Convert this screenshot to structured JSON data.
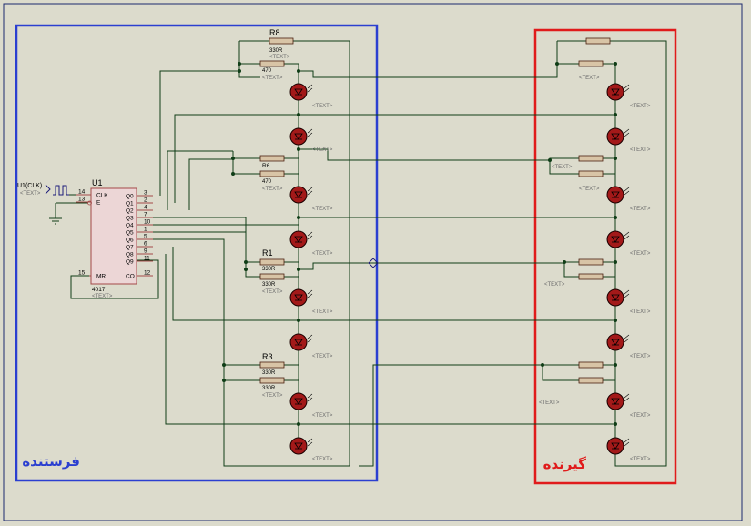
{
  "colors": {
    "background": "#dcdbcc",
    "wire": "#0f3d16",
    "sender_box": "#2b3fd0",
    "receiver_box": "#e01b1b",
    "resistor": "#d8c4a6",
    "led": "#a31919",
    "ic_fill": "#ecd6d6",
    "ic_stroke": "#a34848"
  },
  "sender": {
    "title": "فرستنده"
  },
  "receiver": {
    "title": "گیرنده"
  },
  "clock": {
    "label": "U1(CLK)",
    "text": "<TEXT>"
  },
  "ic": {
    "ref": "U1",
    "part": "4017",
    "text": "<TEXT>",
    "left_pins": [
      {
        "num": "14",
        "name": "CLK"
      },
      {
        "num": "13",
        "name": "E"
      },
      {
        "num": "15",
        "name": "MR"
      }
    ],
    "right_pins": [
      {
        "num": "3",
        "name": "Q0"
      },
      {
        "num": "2",
        "name": "Q1"
      },
      {
        "num": "4",
        "name": "Q2"
      },
      {
        "num": "7",
        "name": "Q3"
      },
      {
        "num": "10",
        "name": "Q4"
      },
      {
        "num": "1",
        "name": "Q5"
      },
      {
        "num": "5",
        "name": "Q6"
      },
      {
        "num": "6",
        "name": "Q7"
      },
      {
        "num": "9",
        "name": "Q8"
      },
      {
        "num": "11",
        "name": "Q9"
      },
      {
        "num": "12",
        "name": "CO"
      }
    ]
  },
  "sender_resistors": [
    {
      "ref": "R8",
      "top_value": "330R",
      "top_text": "<TEXT>",
      "bottom_value": "470",
      "bottom_text": "<TEXT>"
    },
    {
      "ref": "R6",
      "top_value": "",
      "top_text": "",
      "bottom_value": "470",
      "bottom_text": "<TEXT>"
    },
    {
      "ref": "R1",
      "top_value": "330R",
      "top_text": "",
      "bottom_value": "330R",
      "bottom_text": "<TEXT>"
    },
    {
      "ref": "R3",
      "top_value": "330R",
      "top_text": "",
      "bottom_value": "330R",
      "bottom_text": "<TEXT>"
    }
  ],
  "placeholder_text": "<TEXT>"
}
